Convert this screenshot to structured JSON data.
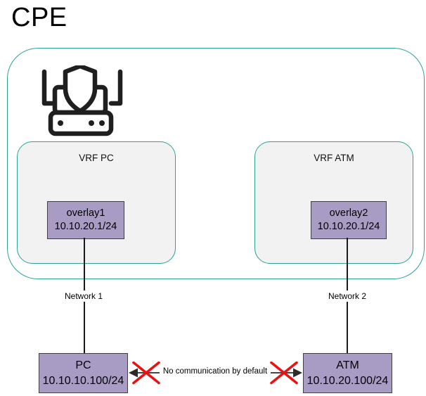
{
  "title": "CPE",
  "cpe": {
    "icon": "firewall-router-icon",
    "vrfs": [
      {
        "label": "VRF PC",
        "interface": {
          "name": "overlay1",
          "ip": "10.10.20.1/24"
        }
      },
      {
        "label": "VRF ATM",
        "interface": {
          "name": "overlay2",
          "ip": "10.10.20.1/24"
        }
      }
    ]
  },
  "links": {
    "network1_label": "Network 1",
    "network2_label": "Network 2",
    "no_communication_label": "No communication by default"
  },
  "devices": [
    {
      "name": "PC",
      "ip": "10.10.10.100/24"
    },
    {
      "name": "ATM",
      "ip": "10.10.20.100/24"
    }
  ],
  "colors": {
    "teal_border": "#2da096",
    "node_fill": "#a89cc4",
    "node_border": "#423c4a",
    "vrf_fill": "#f2f2f2",
    "line": "#1a1a1a",
    "arrow": "#474747",
    "red_x": "#e81212"
  }
}
